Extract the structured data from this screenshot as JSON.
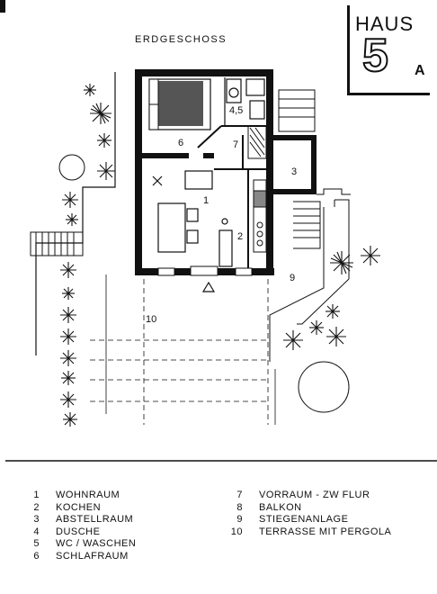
{
  "title_block": {
    "haus": "HAUS",
    "number": "5",
    "suffix": "A"
  },
  "floor_title": "ERDGESCHOSS",
  "room_labels": [
    "1",
    "2",
    "3",
    "4,5",
    "6",
    "7",
    "9",
    "10"
  ],
  "legend": [
    {
      "n": "1",
      "text": "WOHNRAUM"
    },
    {
      "n": "2",
      "text": "KOCHEN"
    },
    {
      "n": "3",
      "text": "ABSTELLRAUM"
    },
    {
      "n": "4",
      "text": "DUSCHE"
    },
    {
      "n": "5",
      "text": "WC / WASCHEN"
    },
    {
      "n": "6",
      "text": "SCHLAFRAUM"
    },
    {
      "n": "7",
      "text": "VORRAUM - ZW  FLUR"
    },
    {
      "n": "8",
      "text": "BALKON"
    },
    {
      "n": "9",
      "text": "STIEGENANLAGE"
    },
    {
      "n": "10",
      "text": "TERRASSE MIT PERGOLA"
    }
  ]
}
